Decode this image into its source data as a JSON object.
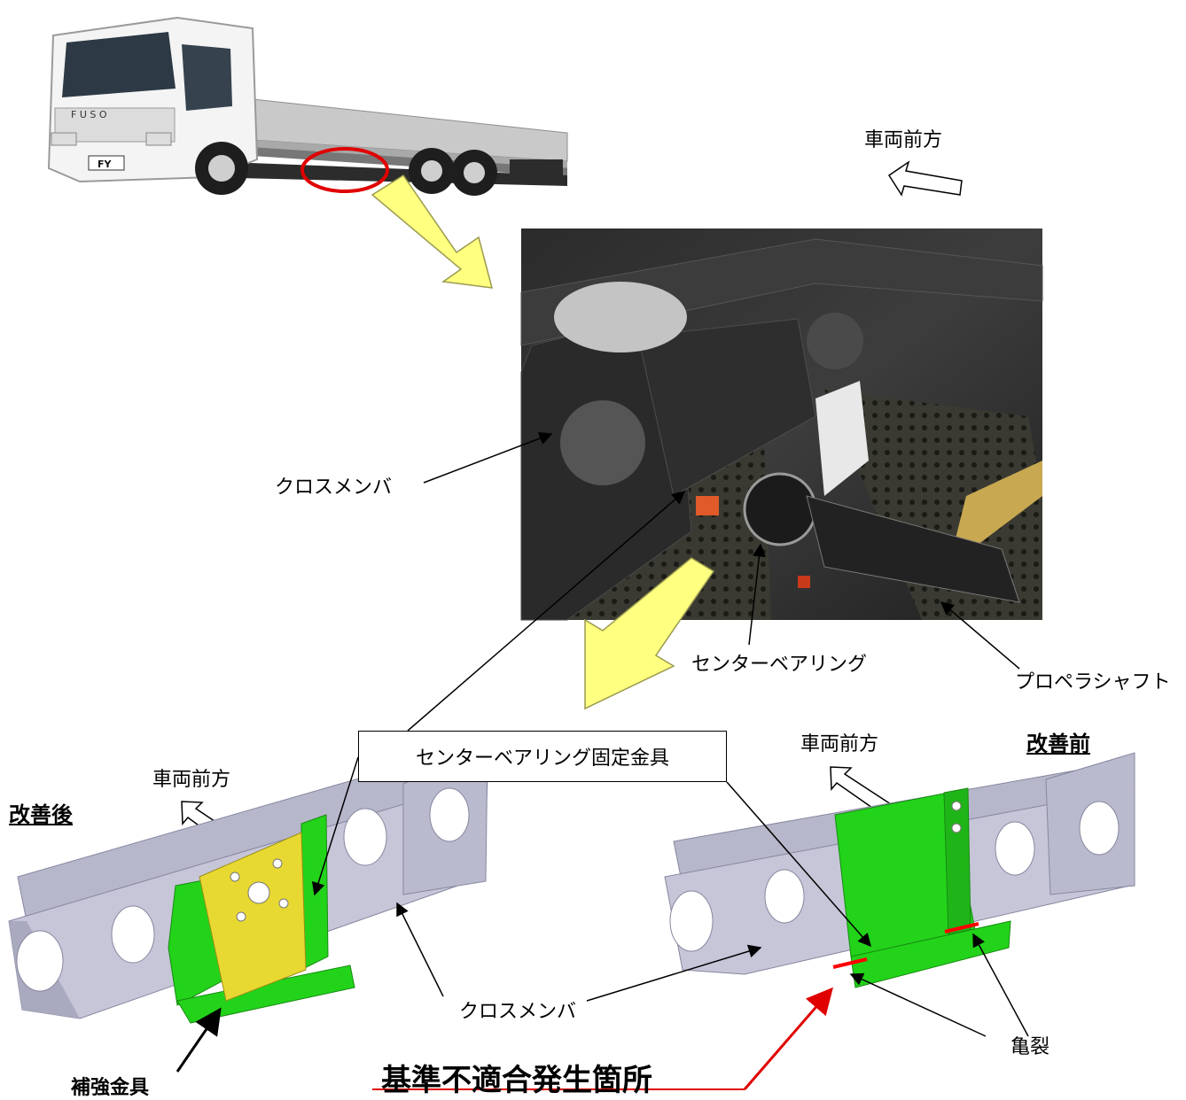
{
  "labels": {
    "front_top": "車両前方",
    "front_left": "車両前方",
    "front_right": "車両前方",
    "cross_member_top": "クロスメンバ",
    "cross_member_bottom": "クロスメンバ",
    "center_bearing": "センターベアリング",
    "propeller_shaft": "プロペラシャフト",
    "bracket_box": "センターベアリング固定金具",
    "after": "改善後",
    "before": "改善前",
    "crack": "亀裂",
    "reinforcement": "補強金具",
    "noncompliance": "基準不適合発生箇所"
  },
  "truck": {
    "brand": "FUSO",
    "plate": "FY"
  },
  "colors": {
    "highlight_circle": "#e00000",
    "flow_arrow": "#ffff80",
    "bracket_green": "#22d31a",
    "reinforcement_yellow": "#e8d832",
    "crossmember_grey": "#b3b3c9",
    "crack_red": "#ff0000"
  }
}
